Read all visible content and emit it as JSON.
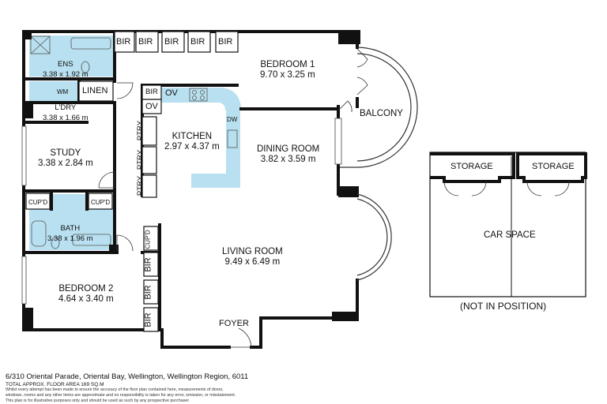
{
  "rooms": {
    "bedroom1": {
      "name": "BEDROOM 1",
      "size": "9.70 x 3.25 m"
    },
    "balcony": {
      "name": "BALCONY"
    },
    "ens": {
      "name": "ENS",
      "size": "3.38 x 1.92 m"
    },
    "ldry": {
      "name": "L'DRY",
      "size": "3.38 x 1.66 m"
    },
    "linen": {
      "name": "LINEN"
    },
    "wm": {
      "name": "WM"
    },
    "kitchen": {
      "name": "KITCHEN",
      "size": "2.97 x 4.37 m"
    },
    "dining": {
      "name": "DINING ROOM",
      "size": "3.82 x 3.59 m"
    },
    "study": {
      "name": "STUDY",
      "size": "3.38 x 2.84 m"
    },
    "bath": {
      "name": "BATH",
      "size": "3.38 x 1.96 m"
    },
    "living": {
      "name": "LIVING ROOM",
      "size": "9.49 x 6.49 m"
    },
    "bedroom2": {
      "name": "BEDROOM 2",
      "size": "4.64 x 3.40 m"
    },
    "foyer": {
      "name": "FOYER"
    }
  },
  "fixtures": {
    "bir": "BIR",
    "ov": "OV",
    "ptry": "PTRY",
    "dw": "DW",
    "cupd": "CUP'D"
  },
  "carspace": {
    "storage": "STORAGE",
    "label": "CAR SPACE",
    "note": "(NOT IN POSITION)"
  },
  "footer": {
    "address": "6/310 Oriental Parade, Oriental Bay, Wellington, Wellington Region, 6011",
    "area": "TOTAL APPROX. FLOOR AREA 169 SQ.M",
    "disclaimer1": "Whilst every attempt has been made to ensure the accuracy of the floor plan contained here, measurements of doors,",
    "disclaimer2": "windows, rooms and any other items are approximate and no responsibility is taken for any error, omission, or misstatement.",
    "disclaimer3": "This plan is for illustrative purposes only and should be used as such by any prospective purchaser."
  },
  "colors": {
    "wet_area": "#b8e0f0",
    "wall": "#111111",
    "background": "#ffffff"
  }
}
